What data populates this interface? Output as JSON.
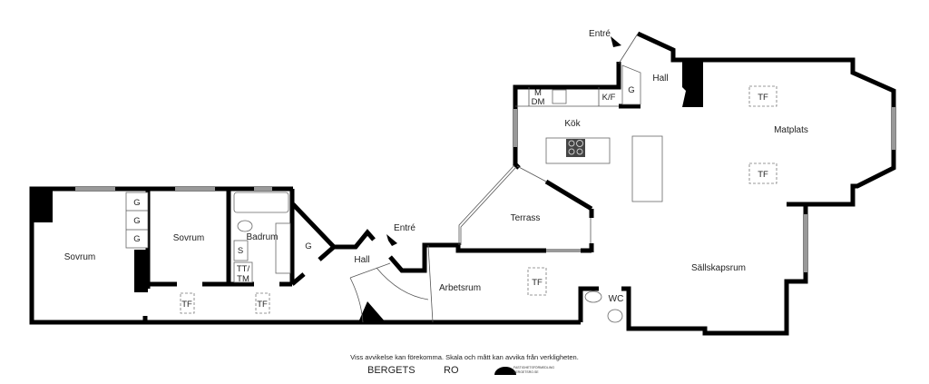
{
  "rooms": {
    "sovrum_1": "Sovrum",
    "sovrum_2": "Sovrum",
    "badrum": "Badrum",
    "hall_lower": "Hall",
    "arbetsrum": "Arbetsrum",
    "terrass": "Terrass",
    "kok": "Kök",
    "hall_upper": "Hall",
    "matplats": "Matplats",
    "sallskapsrum": "Sällskapsrum",
    "wc": "WC"
  },
  "fixtures": {
    "g": "G",
    "s": "S",
    "tt": "TT/",
    "tm": "TM",
    "m": "M",
    "dm": "DM",
    "kf": "K/F",
    "tf": "TF"
  },
  "entrances": {
    "lower": "Entré",
    "upper": "Entré"
  },
  "footer": {
    "disclaimer": "Viss avvikelse kan förekomma. Skala och mått kan avvika från verkligheten.",
    "logo_left": "BERGETS",
    "logo_right": "RO",
    "agency_line1": "FASTIGHETSFÖRMEDLING",
    "agency_line2": "BERGETSRO.SE"
  },
  "colors": {
    "wall": "#000000",
    "window": "#999999",
    "cooktop": "#444444"
  }
}
